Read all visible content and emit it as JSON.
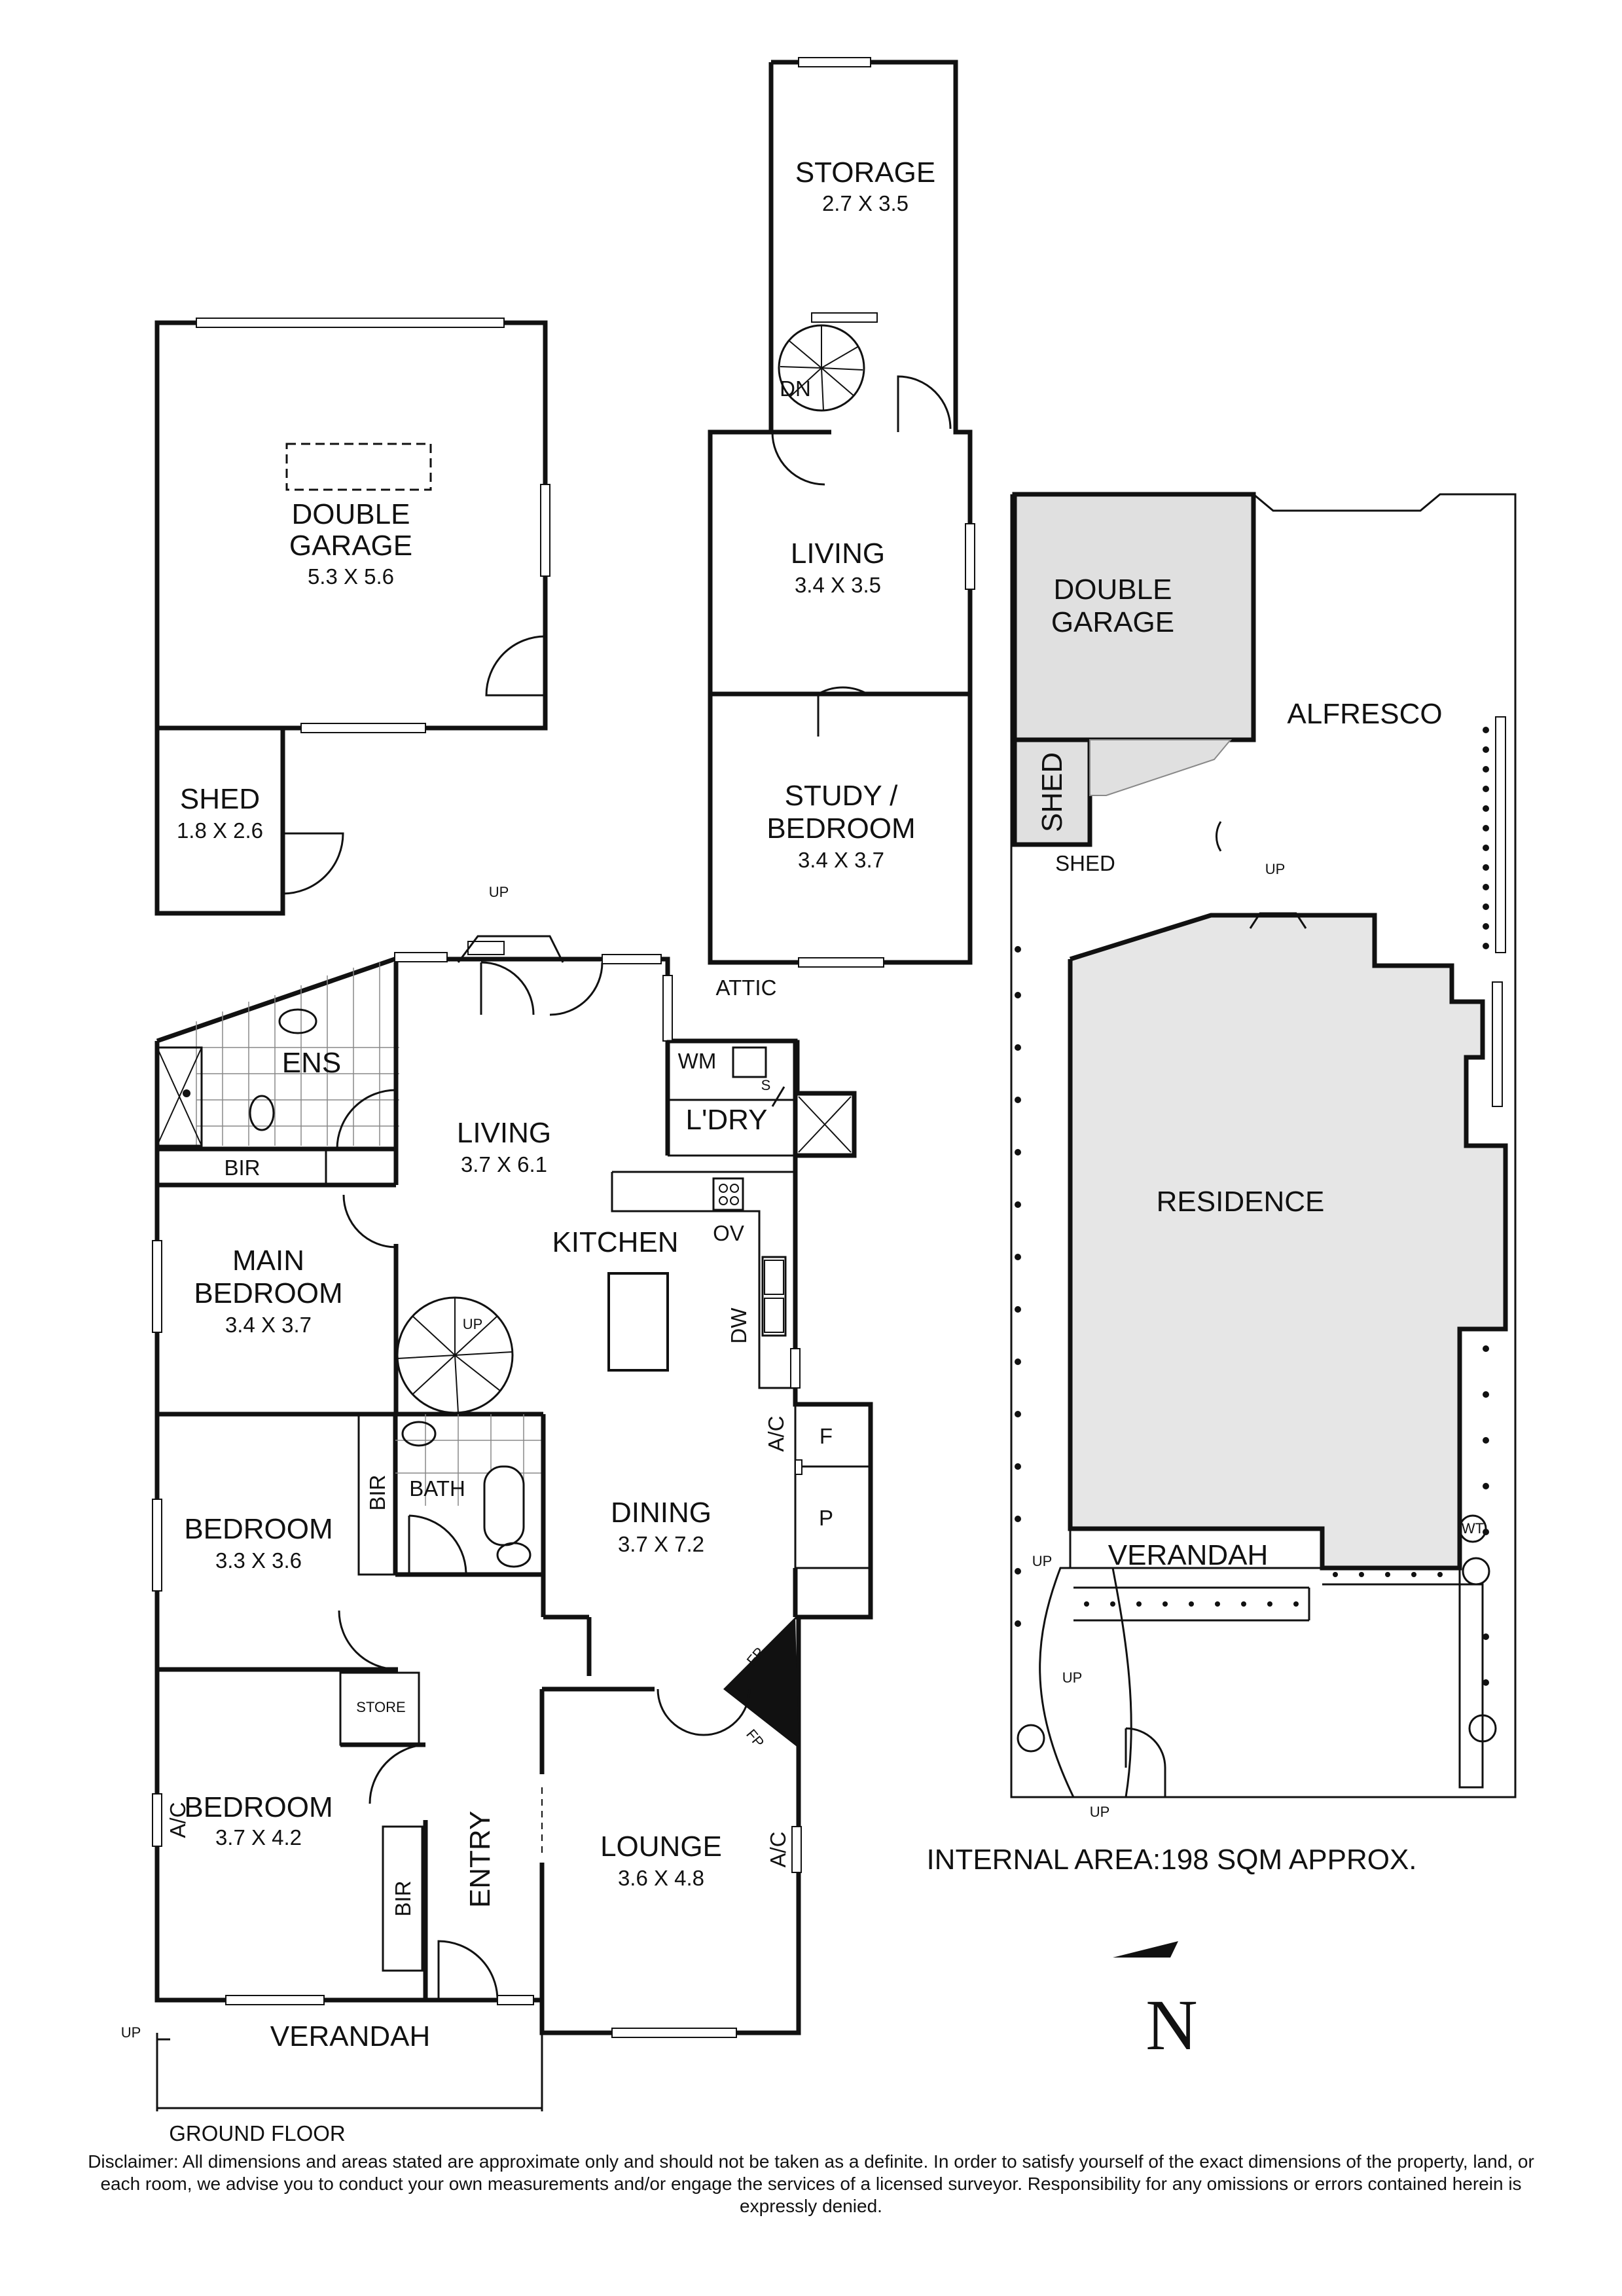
{
  "ground_floor": {
    "title": "GROUND FLOOR",
    "rooms": {
      "ens": "ENS",
      "bir_ens": "BIR",
      "living_name": "LIVING",
      "living_dim": "3.7 X 6.1",
      "main_bedroom_l1": "MAIN",
      "main_bedroom_l2": "BEDROOM",
      "main_bedroom_dim": "3.4 X 3.7",
      "kitchen": "KITCHEN",
      "ov": "OV",
      "dw": "DW",
      "wm": "WM",
      "s": "S",
      "laundry": "L'DRY",
      "up_stair": "UP",
      "up_top": "UP",
      "bir_bath": "BIR",
      "bath": "BATH",
      "bedroom2_name": "BEDROOM",
      "bedroom2_dim": "3.3 X 3.6",
      "dining_name": "DINING",
      "dining_dim": "3.7 X 7.2",
      "ac1": "A/C",
      "f": "F",
      "p": "P",
      "fp1": "FP",
      "fp2": "FP",
      "store": "STORE",
      "bedroom3_name": "BEDROOM",
      "bedroom3_dim": "3.7 X 4.2",
      "ac2": "A/C",
      "entry": "ENTRY",
      "bir_entry": "BIR",
      "lounge_name": "LOUNGE",
      "lounge_dim": "3.6 X 4.8",
      "ac3": "A/C",
      "verandah": "VERANDAH",
      "up_verandah": "UP"
    }
  },
  "outbuilding": {
    "double_garage_l1": "DOUBLE",
    "double_garage_l2": "GARAGE",
    "double_garage_dim": "5.3 X 5.6",
    "shed_name": "SHED",
    "shed_dim": "1.8 X 2.6"
  },
  "attic": {
    "title": "ATTIC",
    "storage_name": "STORAGE",
    "storage_dim": "2.7 X 3.5",
    "dn": "DN",
    "living_name": "LIVING",
    "living_dim": "3.4 X 3.5",
    "study_l1": "STUDY /",
    "study_l2": "BEDROOM",
    "study_dim": "3.4 X 3.7"
  },
  "site_plan": {
    "double_garage_l1": "DOUBLE",
    "double_garage_l2": "GARAGE",
    "shed": "SHED",
    "shed_label": "SHED",
    "alfresco": "ALFRESCO",
    "up_alfresco": "UP",
    "residence": "RESIDENCE",
    "verandah": "VERANDAH",
    "up_verandah": "UP",
    "up_path": "UP",
    "up_gate": "UP",
    "wt": "WT"
  },
  "internal_area": "INTERNAL AREA:198 SQM APPROX.",
  "north_label": "N",
  "disclaimer": "Disclaimer: All dimensions and areas stated are approximate only and should not be taken as a definite. In order to satisfy yourself of the exact dimensions of the property, land, or each room, we advise you to conduct your own measurements and/or engage the services of a licensed surveyor. Responsibility for any omissions or errors contained herein is expressly denied."
}
